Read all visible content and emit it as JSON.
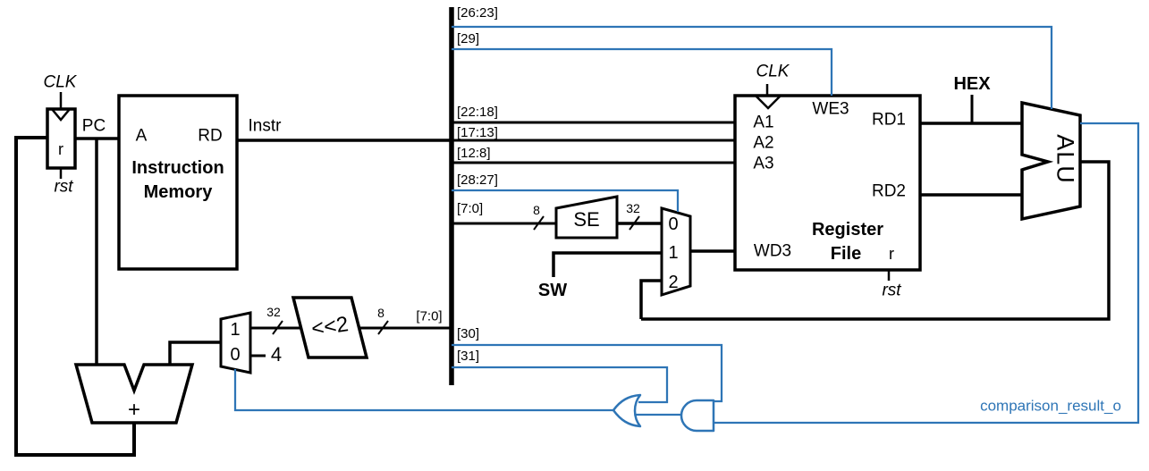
{
  "colors": {
    "wire_black": "#000000",
    "wire_blue": "#2E75B6",
    "background": "#ffffff"
  },
  "pc_register": {
    "clk": "CLK",
    "rst": "rst",
    "reset_port": "r",
    "output_label": "PC"
  },
  "instruction_memory": {
    "port_a": "A",
    "port_rd": "RD",
    "title1": "Instruction",
    "title2": "Memory",
    "output_label": "Instr"
  },
  "bus": {
    "tap_26_23": "[26:23]",
    "tap_29": "[29]",
    "tap_22_18": "[22:18]",
    "tap_17_13": "[17:13]",
    "tap_12_8": "[12:8]",
    "tap_28_27": "[28:27]",
    "tap_7_0_se": "[7:0]",
    "tap_30": "[30]",
    "tap_31": "[31]",
    "tap_7_0_shift": "[7:0]"
  },
  "sign_extend": {
    "label": "SE",
    "in_width": "8",
    "out_width": "32"
  },
  "shifter": {
    "label": "<<2",
    "in_width": "8",
    "out_width": "32"
  },
  "wd3_mux": {
    "in0": "0",
    "in1": "1",
    "in2": "2"
  },
  "branch_mux": {
    "in1": "1",
    "in0": "0",
    "constant": "4"
  },
  "adder": {
    "label": "+"
  },
  "register_file": {
    "clk": "CLK",
    "we3": "WE3",
    "a1": "A1",
    "a2": "A2",
    "a3": "A3",
    "rd1": "RD1",
    "rd2": "RD2",
    "wd3": "WD3",
    "title1": "Register",
    "title2": "File",
    "reset_port": "r",
    "rst": "rst"
  },
  "alu": {
    "label": "ALU"
  },
  "signals": {
    "sw": "SW",
    "hex": "HEX",
    "comparison_result": "comparison_result_o"
  }
}
